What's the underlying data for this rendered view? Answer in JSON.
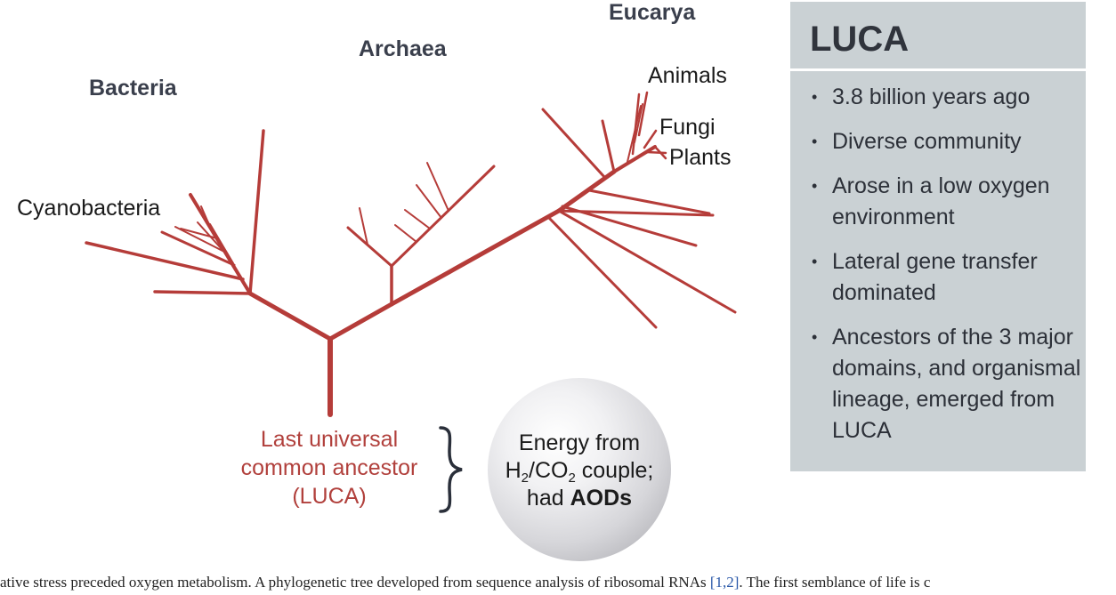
{
  "domains": {
    "bacteria": "Bacteria",
    "archaea": "Archaea",
    "eucarya": "Eucarya"
  },
  "leaves": {
    "cyanobacteria": "Cyanobacteria",
    "animals": "Animals",
    "fungi": "Fungi",
    "plants": "Plants"
  },
  "luca_label": {
    "line1": "Last universal",
    "line2": "common ancestor",
    "line3": "(LUCA)"
  },
  "sphere": {
    "line1": "Energy from",
    "h": "H",
    "h_sub": "2",
    "slash_co": "/CO",
    "co_sub": "2",
    "couple": " couple;",
    "had": "had ",
    "aods": "AODs"
  },
  "panel": {
    "title": "LUCA",
    "bullets": [
      "3.8 billion years ago",
      "Diverse community",
      "Arose in a low oxygen environment",
      "Lateral gene transfer dominated",
      "Ancestors of the 3 major domains, and organismal lineage, emerged from LUCA"
    ]
  },
  "caption": {
    "text": "ative stress preceded oxygen metabolism. A phylogenetic tree developed from sequence analysis of ribosomal RNAs ",
    "ref": "[1,2]",
    "text2": ". The first semblance of life is c"
  },
  "colors": {
    "tree": "#b53c39",
    "luca_text": "#b1403c",
    "panel_bg": "#cad1d4",
    "domain_text": "#3a3f4c"
  }
}
